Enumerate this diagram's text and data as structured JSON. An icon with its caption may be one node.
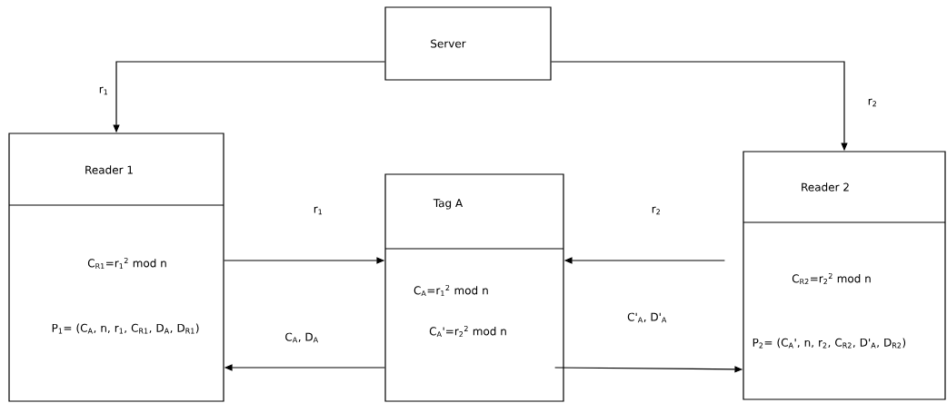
{
  "diagram": {
    "nodes": [
      {
        "text": [
          "Server"
        ]
      },
      {
        "text": [
          "Reader 1",
          "C$_{R1}$=r$_{1}$$^{2}$ mod n",
          "P$_{1}$= (C$_{A}$, n, r$_{1}$, C$_{R1}$, D$_{A}$, D$_{R1}$)"
        ]
      },
      {
        "text": [
          "Tag A",
          "C$_{A}$=r$_{1}$$^{2}$ mod n",
          "C$_{A}$'=r$_{2}$$^{2}$ mod n"
        ]
      },
      {
        "text": [
          "Reader 2",
          "C$_{R2}$=r$_{2}$$^{2}$ mod n",
          "P$_{2}$= (C$_{A}$', n, r$_{2}$, C$_{R2}$, D'$_{A}$, D$_{R2}$)"
        ]
      }
    ],
    "edges": [
      {
        "from": 0,
        "to": 1,
        "arrow": "to",
        "label": "r$_{1}$"
      },
      {
        "from": 0,
        "to": 3,
        "arrow": "to",
        "label": "r$_{2}$"
      },
      {
        "from": 1,
        "to": 2,
        "arrow": "to",
        "label": "r$_{1}$"
      },
      {
        "from": 3,
        "to": 2,
        "arrow": "to",
        "label": "r$_{2}$"
      },
      {
        "from": 2,
        "to": 1,
        "arrow": "to",
        "label": "C$_{A}$, D$_{A}$"
      },
      {
        "from": 2,
        "to": 3,
        "arrow": "to",
        "label": "C'$_{A}$, D'$_{A}$"
      }
    ]
  }
}
